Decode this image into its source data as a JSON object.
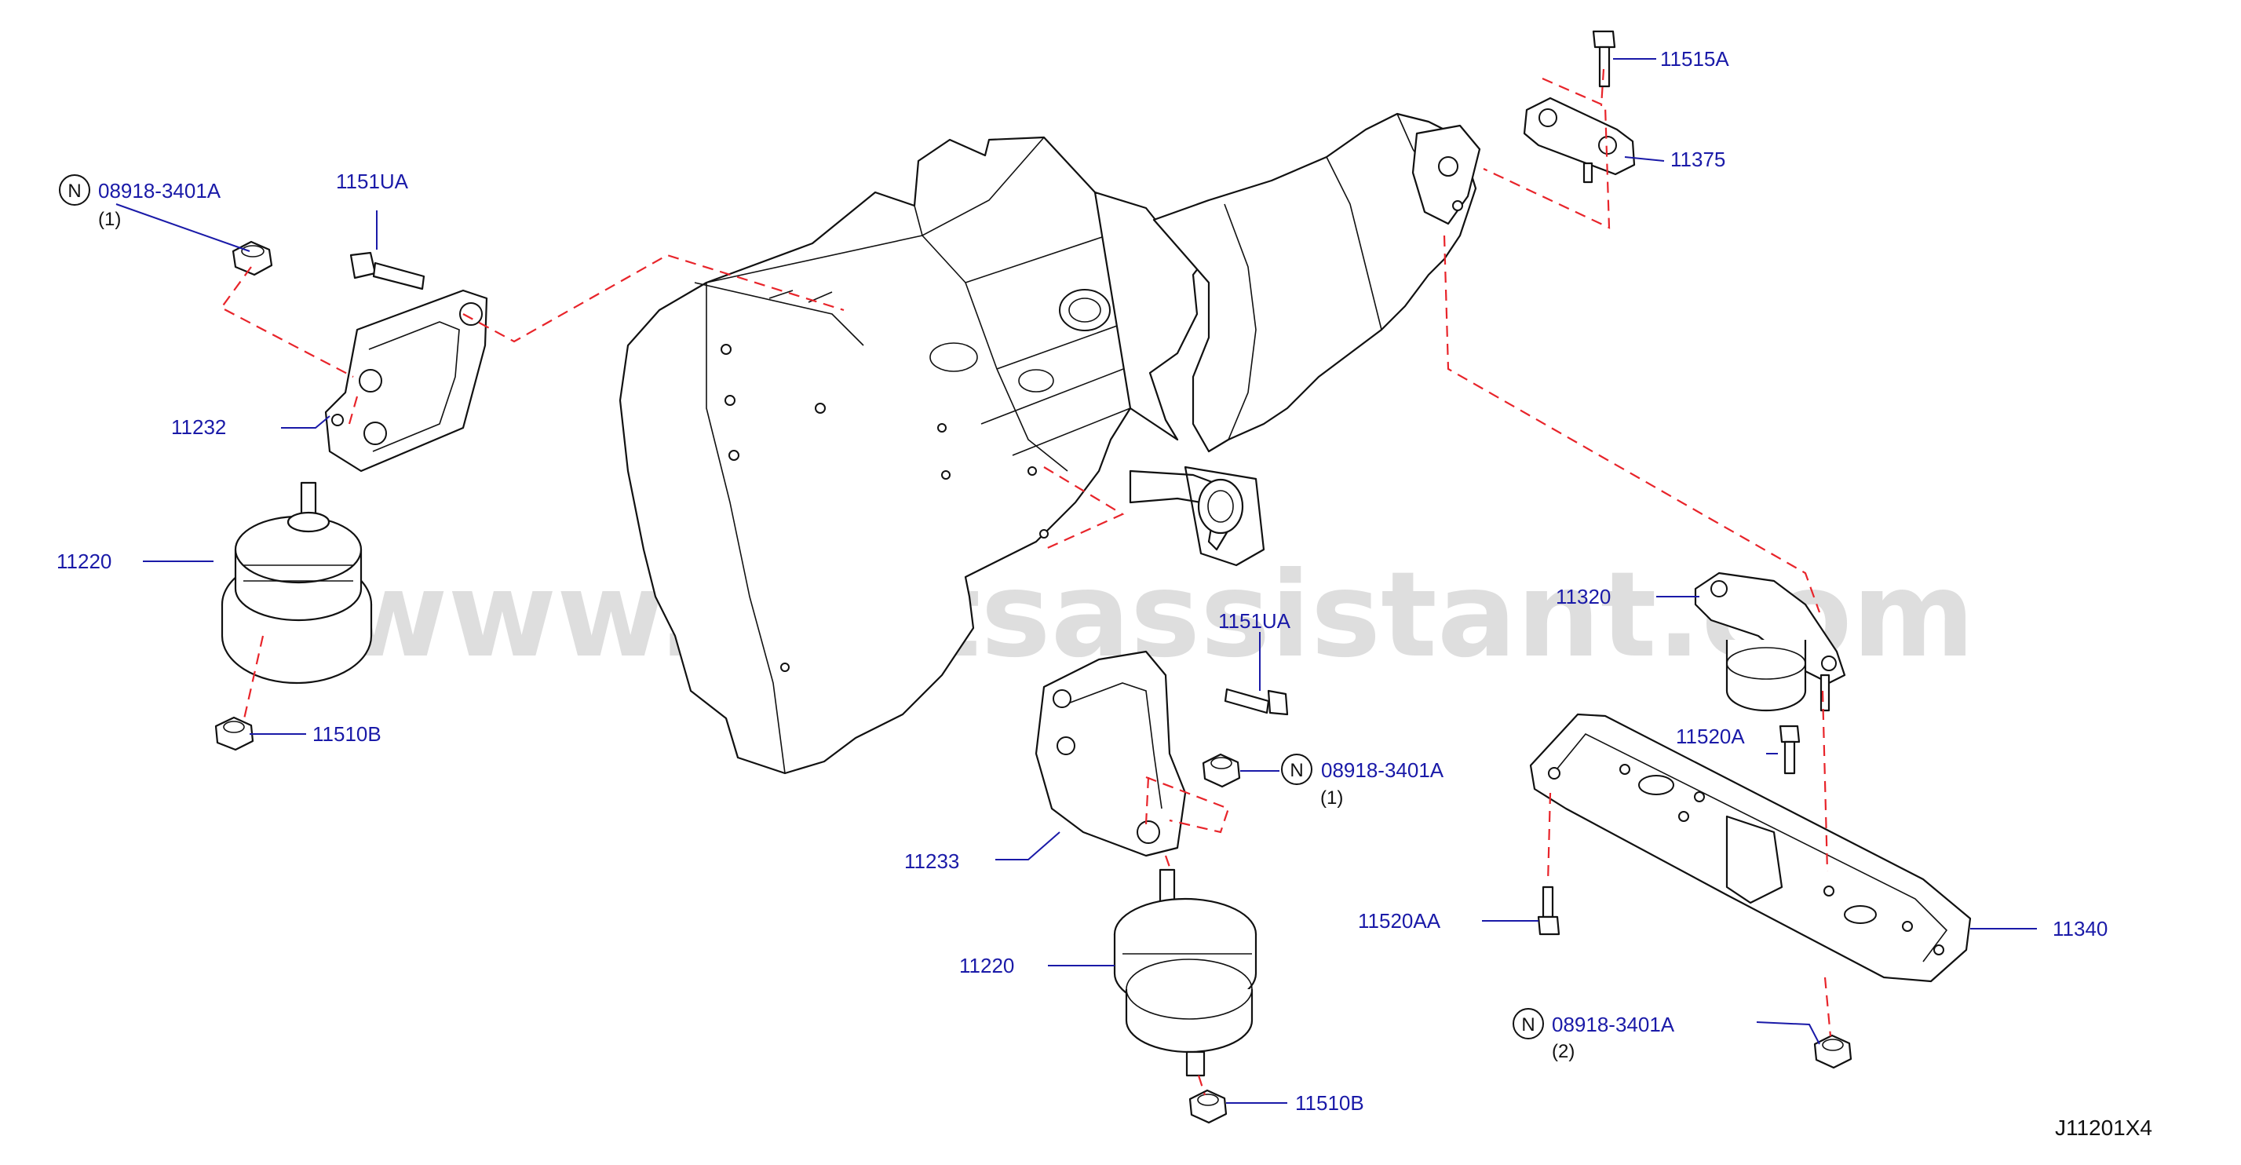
{
  "watermark": "www.partsassistant.com",
  "diagram_code": "J11201X4",
  "note_symbol": "N",
  "callouts": {
    "nut_top_left": {
      "part": "08918-3401A",
      "qty": "(1)"
    },
    "bolt_top_left": {
      "part": "1151UA"
    },
    "bracket_left": {
      "part": "11232"
    },
    "mount_left": {
      "part": "11220"
    },
    "nut_left_bottom": {
      "part": "11510B"
    },
    "bolt_top_right": {
      "part": "11515A"
    },
    "bracket_top_right": {
      "part": "11375"
    },
    "mount_rear": {
      "part": "11320"
    },
    "bolt_rear": {
      "part": "11520A"
    },
    "bolt_center": {
      "part": "1151UA"
    },
    "nut_center": {
      "part": "08918-3401A",
      "qty": "(1)"
    },
    "bracket_center": {
      "part": "11233"
    },
    "mount_center": {
      "part": "11220"
    },
    "nut_center_bottom": {
      "part": "11510B"
    },
    "bolt_member": {
      "part": "11520AA"
    },
    "crossmember": {
      "part": "11340"
    },
    "nut_member": {
      "part": "08918-3401A",
      "qty": "(2)"
    }
  }
}
